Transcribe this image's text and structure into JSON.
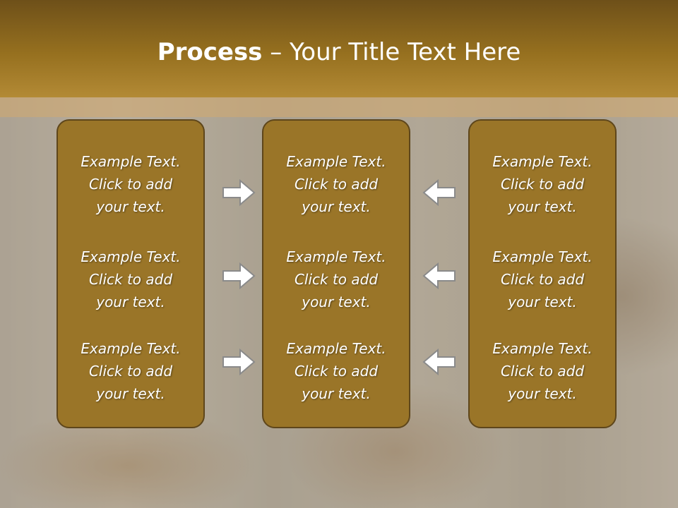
{
  "title": {
    "bold": "Process",
    "rest": " – Your Title Text Here"
  },
  "columns": [
    {
      "items": [
        {
          "lines": [
            "Example Text.",
            "Click  to add",
            "your text."
          ]
        },
        {
          "lines": [
            "Example Text.",
            "Click  to add",
            "your text."
          ]
        },
        {
          "lines": [
            "Example Text.",
            "Click  to add",
            "your text."
          ]
        }
      ]
    },
    {
      "items": [
        {
          "lines": [
            "Example Text.",
            "Click  to add",
            "your text."
          ]
        },
        {
          "lines": [
            "Example Text.",
            "Click  to add",
            "your text."
          ]
        },
        {
          "lines": [
            "Example Text.",
            "Click  to add",
            "your text."
          ]
        }
      ]
    },
    {
      "items": [
        {
          "lines": [
            "Example Text.",
            "Click  to add",
            "your text."
          ]
        },
        {
          "lines": [
            "Example Text.",
            "Click  to add",
            "your text."
          ]
        },
        {
          "lines": [
            "Example Text.",
            "Click  to add",
            "your text."
          ]
        }
      ]
    }
  ],
  "arrows": {
    "left_group": [
      "right-arrow-icon",
      "right-arrow-icon",
      "right-arrow-icon"
    ],
    "right_group": [
      "left-arrow-icon",
      "left-arrow-icon",
      "left-arrow-icon"
    ]
  },
  "colors": {
    "header": "#96701f",
    "panel": "#9a7528",
    "panel_border": "#5e461b",
    "text": "#ffffff"
  }
}
